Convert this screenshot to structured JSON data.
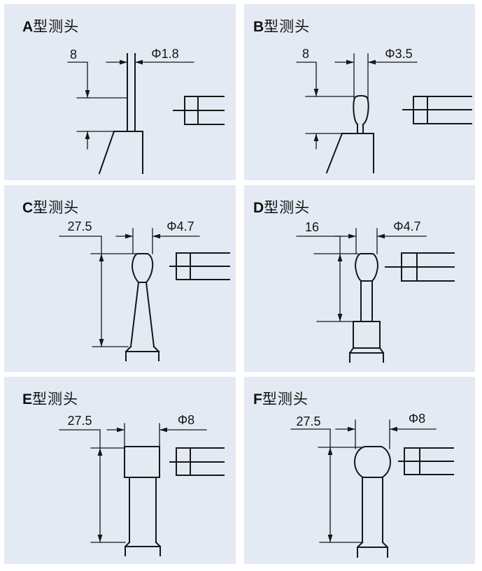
{
  "page": {
    "background": "#ffffff",
    "panel_background": "#e4eaf3",
    "line_color": "#161616"
  },
  "panels": [
    {
      "id": "A",
      "title_bold": "A",
      "title_rest": "型测头",
      "probe_style": "thin-pin-tip",
      "length_label": "8",
      "diameter_label": "Φ1.8"
    },
    {
      "id": "B",
      "title_bold": "B",
      "title_rest": "型测头",
      "probe_style": "barrel-tip",
      "length_label": "8",
      "diameter_label": "Φ3.5"
    },
    {
      "id": "C",
      "title_bold": "C",
      "title_rest": "型测头",
      "probe_style": "ball-on-taper-stem",
      "length_label": "27.5",
      "diameter_label": "Φ4.7"
    },
    {
      "id": "D",
      "title_bold": "D",
      "title_rest": "型测头",
      "probe_style": "ball-on-straight-stem",
      "length_label": "16",
      "diameter_label": "Φ4.7"
    },
    {
      "id": "E",
      "title_bold": "E",
      "title_rest": "型测头",
      "probe_style": "flat-cylinder-tip",
      "length_label": "27.5",
      "diameter_label": "Φ8"
    },
    {
      "id": "F",
      "title_bold": "F",
      "title_rest": "型测头",
      "probe_style": "sphere-tip",
      "length_label": "27.5",
      "diameter_label": "Φ8"
    }
  ]
}
